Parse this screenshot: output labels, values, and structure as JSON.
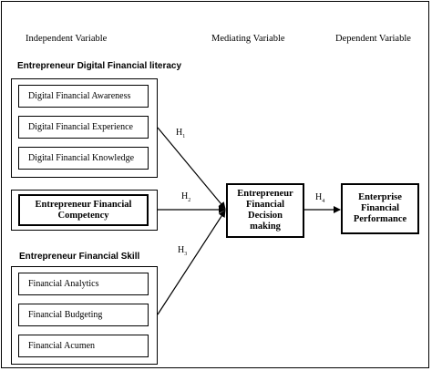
{
  "headers": {
    "independent": "Independent Variable",
    "mediating": "Mediating Variable",
    "dependent": "Dependent Variable"
  },
  "groups": {
    "digital_literacy": {
      "title": "Entrepreneur Digital Financial literacy",
      "items": [
        "Digital Financial Awareness",
        "Digital Financial Experience",
        "Digital Financial Knowledge"
      ]
    },
    "competency": {
      "line1": "Entrepreneur Financial",
      "line2": "Competency"
    },
    "skill": {
      "title": "Entrepreneur Financial Skill",
      "items": [
        "Financial Analytics",
        "Financial Budgeting",
        "Financial Acumen"
      ]
    }
  },
  "mediator": {
    "line1": "Entrepreneur",
    "line2": "Financial",
    "line3": "Decision",
    "line4": "making"
  },
  "dependent_box": {
    "line1": "Enterprise",
    "line2": "Financial",
    "line3": "Performance"
  },
  "hypotheses": {
    "h1": {
      "main": "H",
      "sub": "1"
    },
    "h2": {
      "main": "H",
      "sub": "2"
    },
    "h3": {
      "main": "H",
      "sub": "3"
    },
    "h4": {
      "main": "H",
      "sub": "4"
    }
  }
}
